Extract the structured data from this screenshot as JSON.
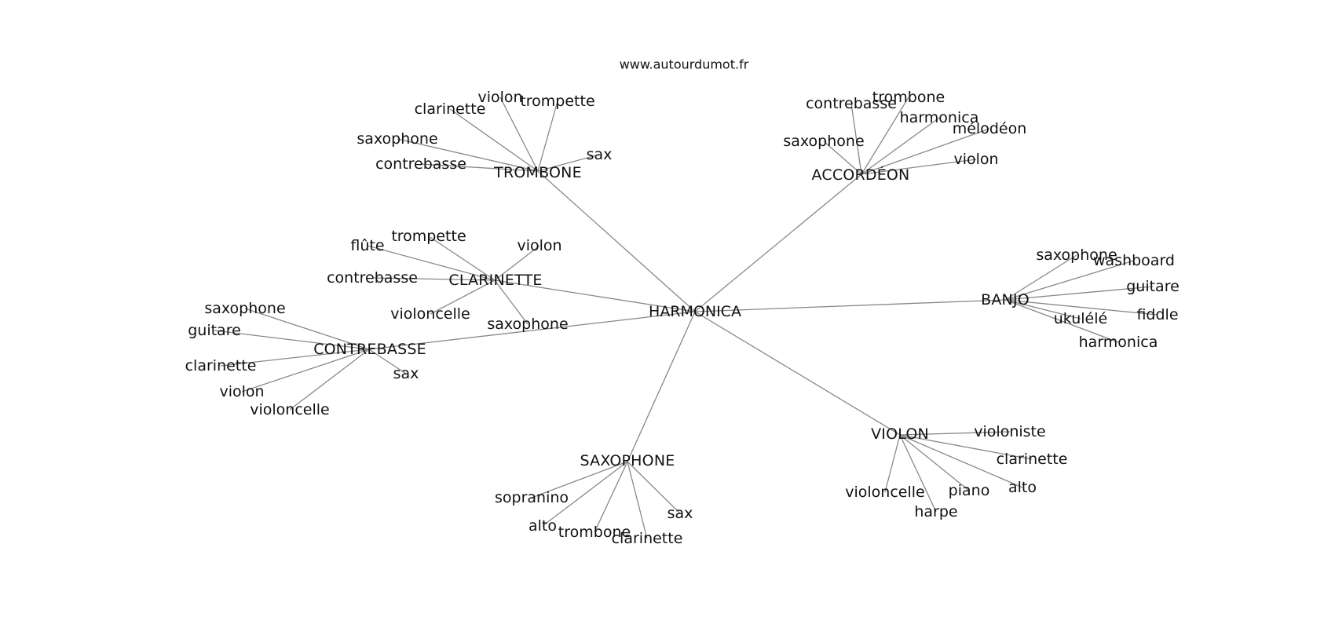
{
  "site_label": "www.autourdumot.fr",
  "center": {
    "label": "HARMONICA"
  },
  "clusters": [
    {
      "id": "trombone",
      "label": "TROMBONE",
      "words": [
        "clarinette",
        "violon",
        "trompette",
        "saxophone",
        "contrebasse",
        "sax"
      ]
    },
    {
      "id": "accordeon",
      "label": "ACCORDÉON",
      "words": [
        "contrebasse",
        "trombone",
        "harmonica",
        "mélodéon",
        "saxophone",
        "violon"
      ]
    },
    {
      "id": "clarinette",
      "label": "CLARINETTE",
      "words": [
        "trompette",
        "violon",
        "flûte",
        "contrebasse",
        "violoncelle",
        "saxophone"
      ]
    },
    {
      "id": "contrebasse",
      "label": "CONTREBASSE",
      "words": [
        "saxophone",
        "guitare",
        "clarinette",
        "violon",
        "violoncelle",
        "sax"
      ]
    },
    {
      "id": "banjo",
      "label": "BANJO",
      "words": [
        "saxophone",
        "washboard",
        "guitare",
        "fiddle",
        "ukulélé",
        "harmonica"
      ]
    },
    {
      "id": "saxophone",
      "label": "SAXOPHONE",
      "words": [
        "sopranino",
        "alto",
        "trombone",
        "clarinette",
        "sax"
      ]
    },
    {
      "id": "violon",
      "label": "VIOLON",
      "words": [
        "violoniste",
        "clarinette",
        "alto",
        "piano",
        "harpe",
        "violoncelle"
      ]
    }
  ]
}
